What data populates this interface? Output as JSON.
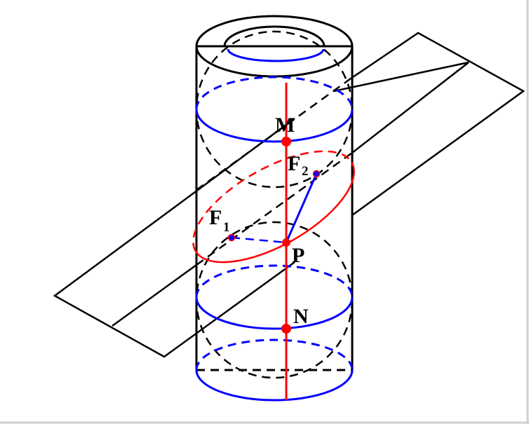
{
  "diagram": {
    "labels": {
      "M": "M",
      "F": "F",
      "F1_sub": "1",
      "F2_sub": "2",
      "P": "P",
      "N": "N"
    },
    "colors": {
      "outline": "#000000",
      "circles": "#0000ff",
      "axis_and_ellipse": "#ff0000",
      "focal_segment": "#0000ff",
      "point_fill": "#ff0000",
      "focus_fill": "#0000ff",
      "frame_edge": "#cfcfcf"
    }
  }
}
